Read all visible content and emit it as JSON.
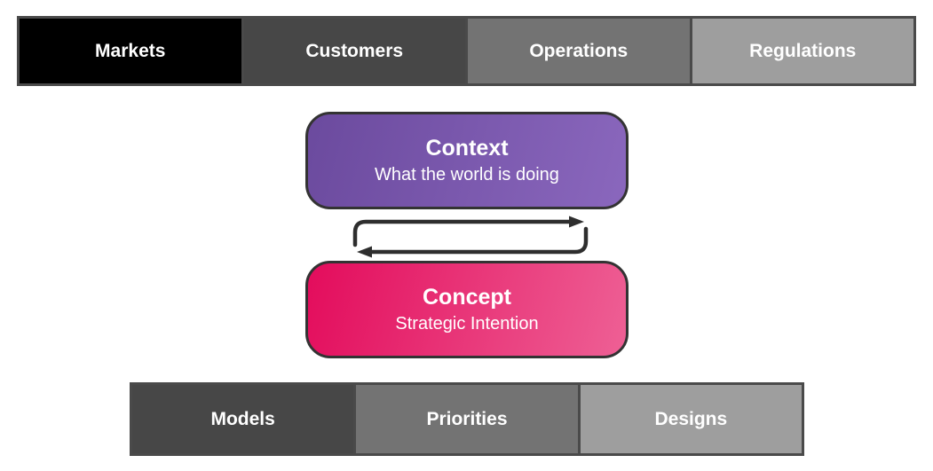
{
  "colors": {
    "background": "#ffffff",
    "bar_frame": "#4a4a4a",
    "bar_text": "#ffffff",
    "box_border": "#333333",
    "box_text": "#ffffff",
    "arrow": "#2e2e2e"
  },
  "top_bar": {
    "items": [
      {
        "label": "Markets",
        "bg": "#000000"
      },
      {
        "label": "Customers",
        "bg": "#474747"
      },
      {
        "label": "Operations",
        "bg": "#737373"
      },
      {
        "label": "Regulations",
        "bg": "#9e9e9e"
      }
    ]
  },
  "context_box": {
    "title": "Context",
    "subtitle": "What the world is doing",
    "gradient": {
      "start": "#6b4a9e",
      "end": "#8a67bd"
    }
  },
  "concept_box": {
    "title": "Concept",
    "subtitle": "Strategic Intention",
    "gradient": {
      "start": "#e30c5c",
      "end": "#ee6095"
    }
  },
  "arrows": {
    "icon": "cycle-arrows",
    "color": "#2e2e2e"
  },
  "bottom_bar": {
    "items": [
      {
        "label": "Models",
        "bg": "#474747"
      },
      {
        "label": "Priorities",
        "bg": "#737373"
      },
      {
        "label": "Designs",
        "bg": "#9e9e9e"
      }
    ]
  }
}
